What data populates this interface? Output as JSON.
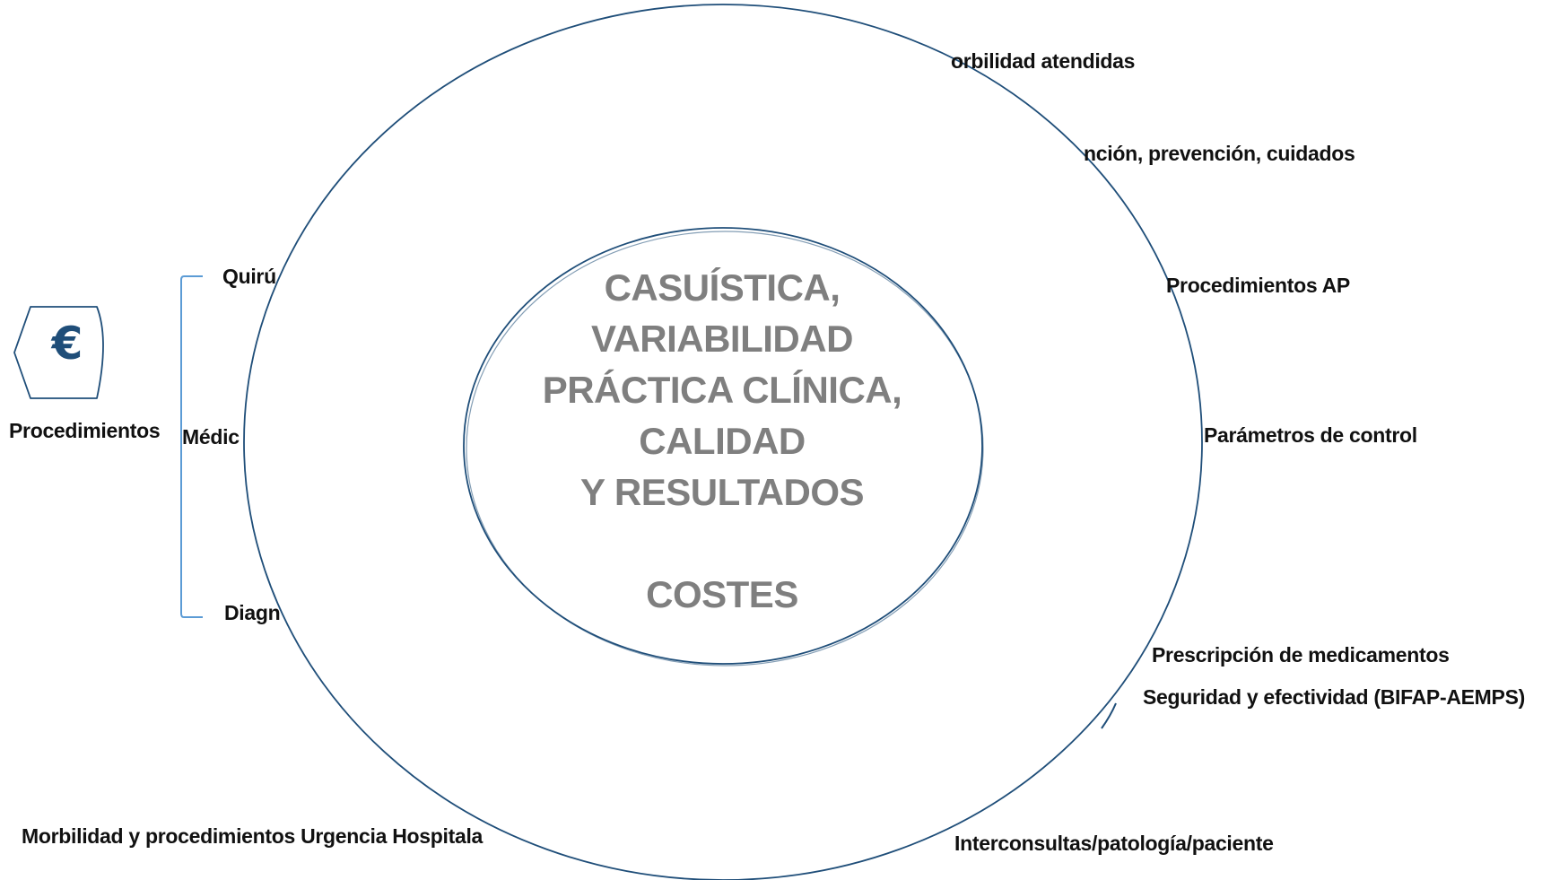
{
  "center": {
    "lines": [
      "CASUÍSTICA,",
      "VARIABILIDAD",
      "PRÁCTICA CLÍNICA,",
      "CALIDAD",
      "Y RESULTADOS"
    ],
    "costs": "COSTES"
  },
  "left": {
    "euro_symbol": "€",
    "procedures_label": "Procedimientos",
    "branch_top": "Quirú",
    "branch_middle": "Médic",
    "branch_bottom": "Diagn",
    "bottom_label": "Morbilidad y procedimientos Urgencia Hospitala"
  },
  "right": {
    "items": [
      "orbilidad atendidas",
      "nción, prevención, cuidados",
      "Procedimientos AP",
      "Parámetros de control",
      "Prescripción de medicamentos",
      "Seguridad y efectividad (BIFAP-AEMPS)",
      "Interconsultas/patología/paciente"
    ]
  },
  "colors": {
    "outline": "#1f4e79",
    "bracket": "#5b9bd5",
    "center_text": "#7f7f7f",
    "label_text": "#111111"
  },
  "icons": {
    "euro": "euro-hexagon-icon"
  }
}
